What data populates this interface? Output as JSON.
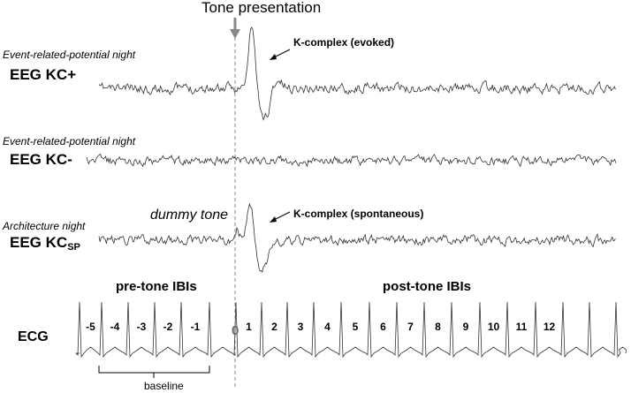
{
  "tone_label": "Tone presentation",
  "rows": [
    {
      "night": "Event-related-potential night",
      "label": "EEG KC+",
      "label_sub": "",
      "annotation": "K-complex (evoked)"
    },
    {
      "night": "Event-related-potential night",
      "label": "EEG KC-",
      "label_sub": "",
      "annotation": ""
    },
    {
      "night": "Architecture night",
      "label": "EEG KC",
      "label_sub": "SP",
      "annotation": "K-complex (spontaneous)"
    }
  ],
  "dummy_tone": "dummy tone",
  "pre_tone_heading": "pre-tone IBIs",
  "post_tone_heading": "post-tone IBIs",
  "ecg_label": "ECG",
  "zero_label": "0",
  "pre_ibis": [
    "-5",
    "-4",
    "-3",
    "-2",
    "-1"
  ],
  "post_ibis": [
    "1",
    "2",
    "3",
    "4",
    "5",
    "6",
    "7",
    "8",
    "9",
    "10",
    "11",
    "12"
  ],
  "baseline_label": "baseline"
}
